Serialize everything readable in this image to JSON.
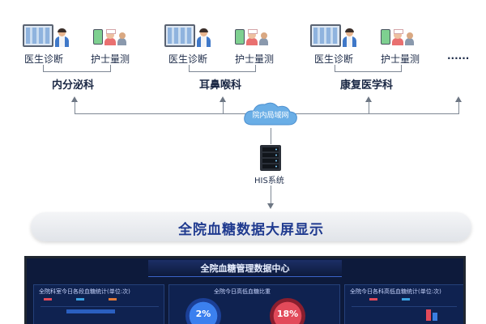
{
  "nodes": {
    "doctor_diagnosis": "医生诊断",
    "nurse_measure": "护士量测",
    "more": "......"
  },
  "departments": [
    "内分泌科",
    "耳鼻喉科",
    "康复医学科"
  ],
  "network": {
    "label": "院内局域网"
  },
  "his": {
    "label": "HIS系统"
  },
  "banner": {
    "title": "全院血糖数据大屏显示"
  },
  "dashboard": {
    "title": "全院血糖管理数据中心",
    "panels": [
      {
        "title": "全院科室今日各段血糖统计(单位:次)"
      },
      {
        "title": "全院今日高低血糖比重"
      },
      {
        "title": "全院今日各科高低血糖统计(单位:次)"
      }
    ],
    "gauges": [
      "2%",
      "18%"
    ]
  },
  "colors": {
    "accent": "#1f3a8f",
    "cloud": "#6aaee6",
    "screen": "#0d1a3b",
    "gauge_blue": "#2f6fe0",
    "gauge_red": "#e04050"
  }
}
